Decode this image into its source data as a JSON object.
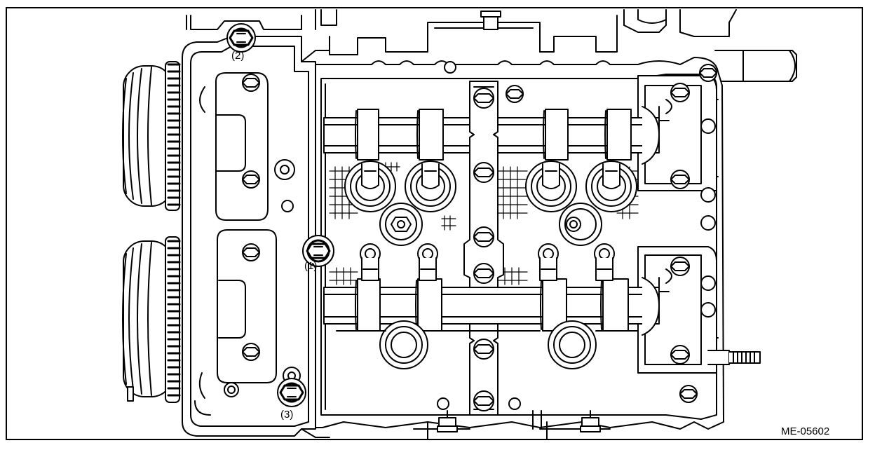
{
  "figure": {
    "code": "ME-05602"
  },
  "callouts": [
    {
      "label": "(1)"
    },
    {
      "label": "(2)"
    },
    {
      "label": "(3)"
    }
  ]
}
